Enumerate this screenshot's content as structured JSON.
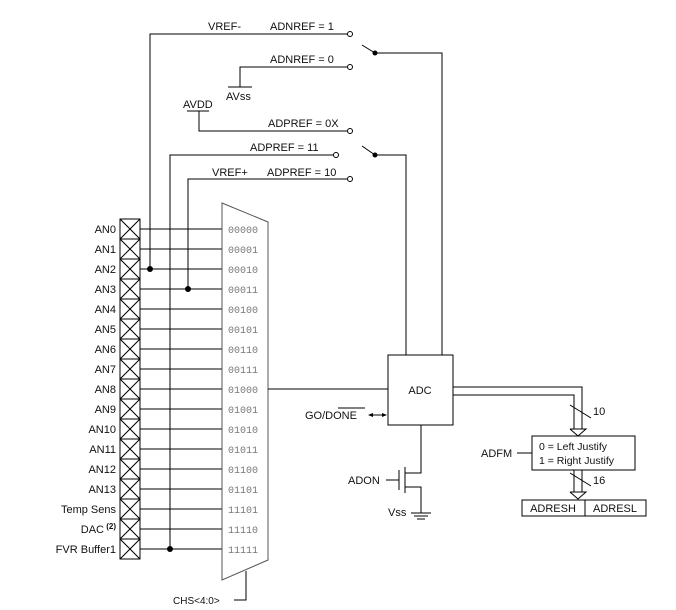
{
  "refs": {
    "vref_minus": "VREF-",
    "adnref1": "ADNREF = 1",
    "adnref0": "ADNREF = 0",
    "avss": "AVss",
    "avdd": "AVDD",
    "adpref0x": "ADPREF = 0X",
    "adpref11": "ADPREF = 11",
    "vref_plus": "VREF+",
    "adpref10": "ADPREF = 10"
  },
  "inputs": [
    {
      "label": "AN0",
      "code": "00000"
    },
    {
      "label": "AN1",
      "code": "00001"
    },
    {
      "label": "AN2",
      "code": "00010"
    },
    {
      "label": "AN3",
      "code": "00011"
    },
    {
      "label": "AN4",
      "code": "00100"
    },
    {
      "label": "AN5",
      "code": "00101"
    },
    {
      "label": "AN6",
      "code": "00110"
    },
    {
      "label": "AN7",
      "code": "00111"
    },
    {
      "label": "AN8",
      "code": "01000"
    },
    {
      "label": "AN9",
      "code": "01001"
    },
    {
      "label": "AN10",
      "code": "01010"
    },
    {
      "label": "AN11",
      "code": "01011"
    },
    {
      "label": "AN12",
      "code": "01100"
    },
    {
      "label": "AN13",
      "code": "01101"
    },
    {
      "label": "Temp Sens",
      "code": "11101"
    },
    {
      "label": "DAC",
      "sup": "(2)",
      "code": "11110"
    },
    {
      "label": "FVR Buffer1",
      "code": "11111"
    }
  ],
  "mux": {
    "select": "CHS<4:0>"
  },
  "adc": {
    "label": "ADC",
    "go_done": "GO/DONE",
    "adon": "ADON",
    "vss": "Vss"
  },
  "bus": {
    "width1": "10",
    "width2": "16"
  },
  "justify": {
    "adfm": "ADFM",
    "line1": "0 = Left Justify",
    "line2": "1 = Right Justify"
  },
  "result": {
    "high": "ADRESH",
    "low": "ADRESL"
  }
}
